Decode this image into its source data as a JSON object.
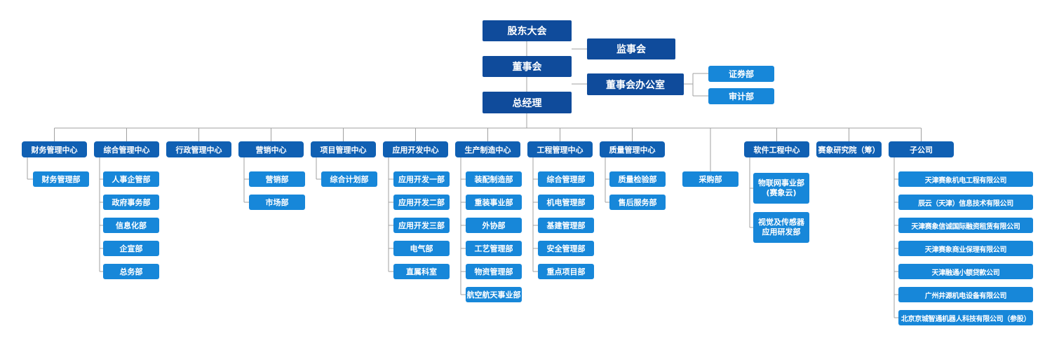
{
  "top": {
    "shareholders": "股东大会",
    "supervisors": "监事会",
    "board": "董事会",
    "board_office": "董事会办公室",
    "securities": "证券部",
    "audit": "审计部",
    "gm": "总经理"
  },
  "departments": [
    {
      "name": "财务管理中心",
      "children": [
        "财务管理部"
      ]
    },
    {
      "name": "综合管理中心",
      "children": [
        "人事企管部",
        "政府事务部",
        "信息化部",
        "企宣部",
        "总务部"
      ]
    },
    {
      "name": "行政管理中心",
      "children": []
    },
    {
      "name": "营销中心",
      "children": [
        "营销部",
        "市场部"
      ]
    },
    {
      "name": "项目管理中心",
      "children": [
        "综合计划部"
      ]
    },
    {
      "name": "应用开发中心",
      "children": [
        "应用开发一部",
        "应用开发二部",
        "应用开发三部",
        "电气部",
        "直属科室"
      ]
    },
    {
      "name": "生产制造中心",
      "children": [
        "装配制造部",
        "重装事业部",
        "外协部",
        "工艺管理部",
        "物资管理部",
        "航空航天事业部"
      ]
    },
    {
      "name": "工程管理中心",
      "children": [
        "综合管理部",
        "机电管理部",
        "基建管理部",
        "安全管理部",
        "重点项目部"
      ]
    },
    {
      "name": "质量管理中心",
      "children": [
        "质量检验部",
        "售后服务部"
      ]
    },
    {
      "name": "采购部",
      "children": []
    },
    {
      "name": "软件工程中心",
      "children": [
        "物联网事业部\n(赛象云)",
        "视觉及传感器\n应用研发部"
      ]
    },
    {
      "name": "赛象研究院（筹）",
      "children": []
    },
    {
      "name": "子公司",
      "children": [
        "天津赛象机电工程有限公司",
        "辰云（天津）信息技术有限公司",
        "天津赛象信诚国际融资租赁有限公司",
        "天津赛象商业保理有限公司",
        "天津融通小额贷款公司",
        "广州井源机电设备有限公司",
        "北京京城智通机器人科技有限公司（参股）"
      ]
    }
  ],
  "colors": {
    "top": "#0f4b9b",
    "dept": "#1060b3",
    "sub": "#1787d9",
    "line": "#a0a0a0"
  }
}
